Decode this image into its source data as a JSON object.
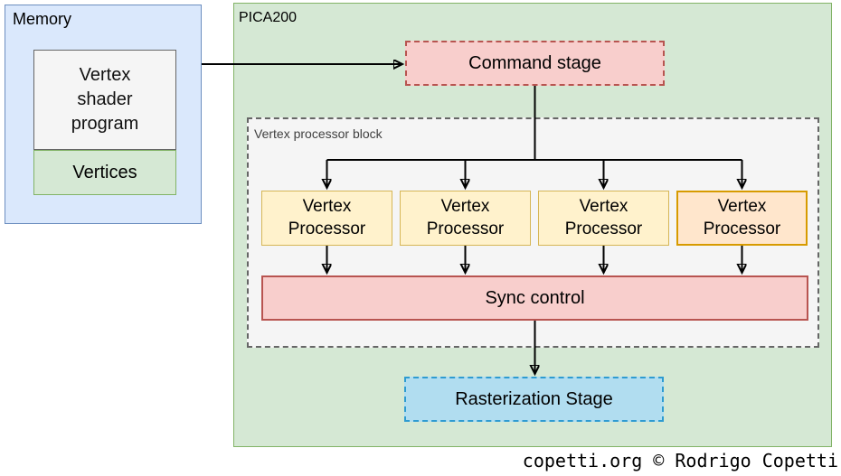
{
  "diagram": {
    "memory": {
      "label": "Memory",
      "shader_program": "Vertex\nshader\nprogram",
      "vertices": "Vertices"
    },
    "pica200": {
      "label": "PICA200",
      "command_stage": "Command stage",
      "vertex_processor_block": {
        "label": "Vertex processor block",
        "processors": [
          "Vertex\nProcessor",
          "Vertex\nProcessor",
          "Vertex\nProcessor",
          "Vertex\nProcessor"
        ],
        "sync_control": "Sync control"
      },
      "rasterization_stage": "Rasterization Stage"
    },
    "credit": "copetti.org © Rodrigo Copetti"
  },
  "colors": {
    "memory_fill": "#dae8fc",
    "memory_border": "#6c8ebf",
    "green_fill": "#d5e8d4",
    "green_border": "#82b366",
    "gray_fill": "#f5f5f5",
    "gray_border": "#666666",
    "red_fill": "#f8cecc",
    "red_border": "#b85450",
    "yellow_fill": "#fff2cc",
    "yellow_border": "#d6b656",
    "orange_fill": "#ffe6cc",
    "orange_border": "#d79b00",
    "blue_fill": "#b1ddf0",
    "blue_border": "#2e9bd1",
    "arrow": "#000000"
  }
}
